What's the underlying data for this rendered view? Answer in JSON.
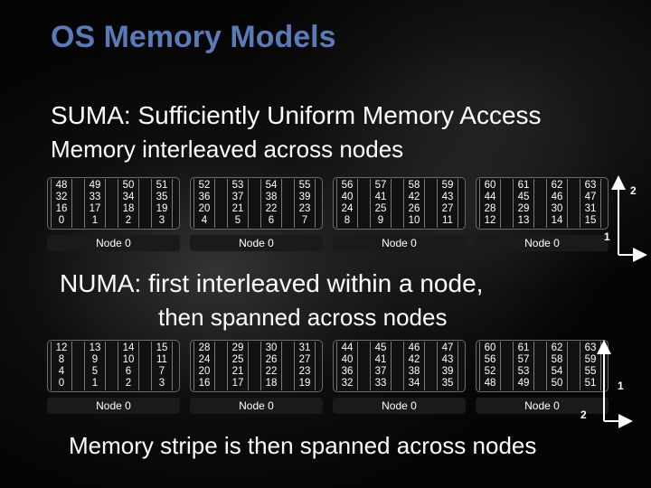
{
  "slide": {
    "title": "OS Memory Models",
    "suma_heading": "SUMA: Sufficiently Uniform Memory Access",
    "suma_subheading": "Memory interleaved across nodes",
    "numa_heading_line1": "NUMA: first interleaved within a node,",
    "numa_heading_line2": "then spanned across nodes",
    "footer": "Memory stripe is then spanned across nodes"
  },
  "suma": {
    "nodes": [
      {
        "label": "Node 0",
        "columns": [
          [
            "48",
            "32",
            "16",
            "0"
          ],
          [
            "49",
            "33",
            "17",
            "1"
          ],
          [
            "50",
            "34",
            "18",
            "2"
          ],
          [
            "51",
            "35",
            "19",
            "3"
          ]
        ]
      },
      {
        "label": "Node 0",
        "columns": [
          [
            "52",
            "36",
            "20",
            "4"
          ],
          [
            "53",
            "37",
            "21",
            "5"
          ],
          [
            "54",
            "38",
            "22",
            "6"
          ],
          [
            "55",
            "39",
            "23",
            "7"
          ]
        ]
      },
      {
        "label": "Node 0",
        "columns": [
          [
            "56",
            "40",
            "24",
            "8"
          ],
          [
            "57",
            "41",
            "25",
            "9"
          ],
          [
            "58",
            "42",
            "26",
            "10"
          ],
          [
            "59",
            "43",
            "27",
            "11"
          ]
        ]
      },
      {
        "label": "Node 0",
        "columns": [
          [
            "60",
            "44",
            "28",
            "12"
          ],
          [
            "61",
            "45",
            "29",
            "13"
          ],
          [
            "62",
            "46",
            "30",
            "14"
          ],
          [
            "63",
            "47",
            "31",
            "15"
          ]
        ]
      }
    ],
    "marker_up": "2",
    "marker_side": "1"
  },
  "numa": {
    "nodes": [
      {
        "label": "Node 0",
        "columns": [
          [
            "12",
            "8",
            "4",
            "0"
          ],
          [
            "13",
            "9",
            "5",
            "1"
          ],
          [
            "14",
            "10",
            "6",
            "2"
          ],
          [
            "15",
            "11",
            "7",
            "3"
          ]
        ]
      },
      {
        "label": "Node 0",
        "columns": [
          [
            "28",
            "24",
            "20",
            "16"
          ],
          [
            "29",
            "25",
            "21",
            "17"
          ],
          [
            "30",
            "26",
            "22",
            "18"
          ],
          [
            "31",
            "27",
            "23",
            "19"
          ]
        ]
      },
      {
        "label": "Node 0",
        "columns": [
          [
            "44",
            "40",
            "36",
            "32"
          ],
          [
            "45",
            "41",
            "37",
            "33"
          ],
          [
            "46",
            "42",
            "38",
            "34"
          ],
          [
            "47",
            "43",
            "39",
            "35"
          ]
        ]
      },
      {
        "label": "Node 0",
        "columns": [
          [
            "60",
            "56",
            "52",
            "48"
          ],
          [
            "61",
            "57",
            "53",
            "49"
          ],
          [
            "62",
            "58",
            "54",
            "50"
          ],
          [
            "63",
            "59",
            "55",
            "51"
          ]
        ]
      }
    ],
    "marker_up": "1",
    "marker_side": "2"
  }
}
